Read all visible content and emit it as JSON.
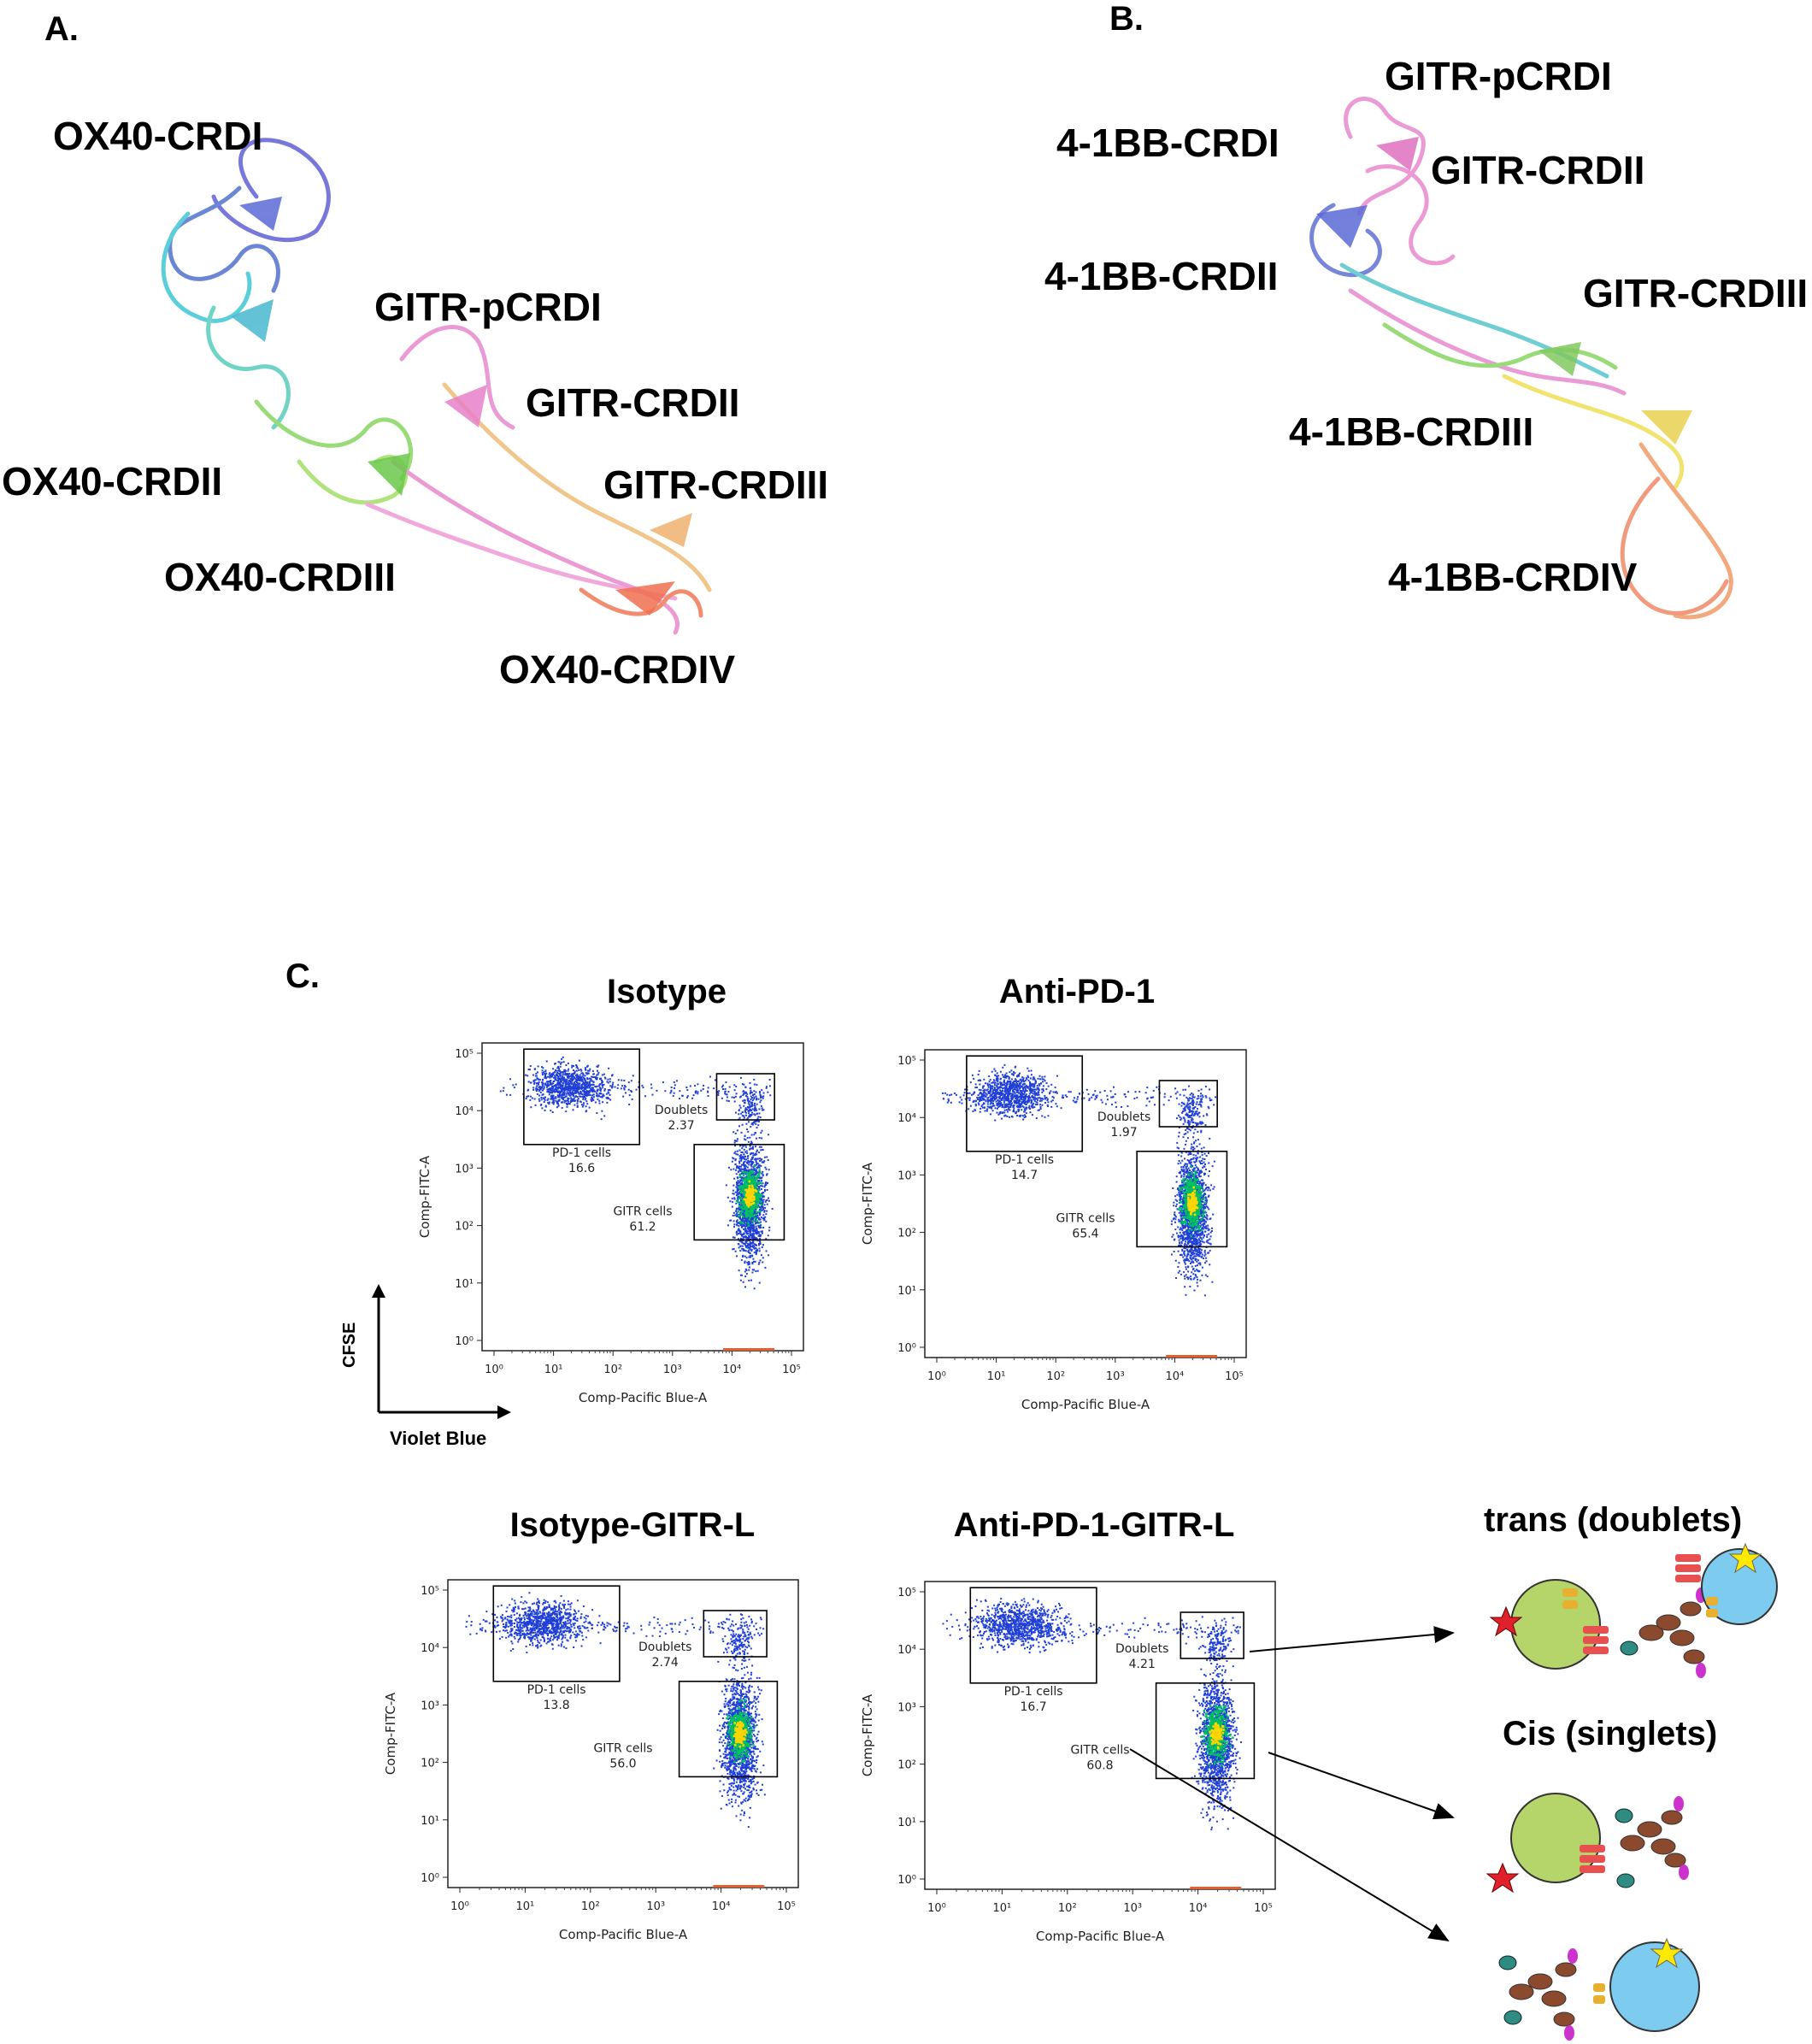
{
  "panels": {
    "a": {
      "letter": "A.",
      "labels": {
        "ox40_crdi": "OX40-CRDI",
        "ox40_crdii": "OX40-CRDII",
        "ox40_crdiii": "OX40-CRDIII",
        "ox40_crdiv": "OX40-CRDIV",
        "gitr_pcrdi": "GITR-pCRDI",
        "gitr_crdii": "GITR-CRDII",
        "gitr_crdiii": "GITR-CRDIII"
      }
    },
    "b": {
      "letter": "B.",
      "labels": {
        "gitr_pcrdi": "GITR-pCRDI",
        "bb_crdi": "4-1BB-CRDI",
        "gitr_crdii": "GITR-CRDII",
        "bb_crdii": "4-1BB-CRDII",
        "gitr_crdiii": "GITR-CRDIII",
        "bb_crdiii": "4-1BB-CRDIII",
        "bb_crdiv": "4-1BB-CRDIV"
      }
    },
    "c": {
      "letter": "C.",
      "cfse_label": "CFSE",
      "violet_label": "Violet Blue"
    }
  },
  "facs_common": {
    "x_axis_label": "Comp-Pacific Blue-A",
    "y_axis_label": "Comp-FITC-A",
    "tick_labels": [
      "10⁰",
      "10¹",
      "10²",
      "10³",
      "10⁴",
      "10⁵"
    ],
    "gate_names": {
      "pd1": "PD-1 cells",
      "doublets": "Doublets",
      "gitr": "GITR cells"
    }
  },
  "plots": [
    {
      "title": "Isotype",
      "pd1": "16.6",
      "doublets": "2.37",
      "gitr": "61.2"
    },
    {
      "title": "Anti-PD-1",
      "pd1": "14.7",
      "doublets": "1.97",
      "gitr": "65.4"
    },
    {
      "title": "Isotype-GITR-L",
      "pd1": "13.8",
      "doublets": "2.74",
      "gitr": "56.0"
    },
    {
      "title": "Anti-PD-1-GITR-L",
      "pd1": "16.7",
      "doublets": "4.21",
      "gitr": "60.8"
    }
  ],
  "cartoon": {
    "trans_title": "trans (doublets)",
    "cis_title": "Cis (singlets)"
  },
  "colors": {
    "gate": "#000000",
    "dots_sparse": "#1f3fd6",
    "dots_dense": "#00c060",
    "dots_core": "#ffd400",
    "green_cell": "#b5d56a",
    "blue_cell": "#7ecbf0",
    "star_red": "#e0202a",
    "star_yellow": "#ffe900",
    "receptor": "#e85050",
    "ligand": "#e8b030",
    "antibody": "#8b4a2e",
    "mab_tip": "#cc33cc",
    "gitrl": "#2e8c80"
  }
}
